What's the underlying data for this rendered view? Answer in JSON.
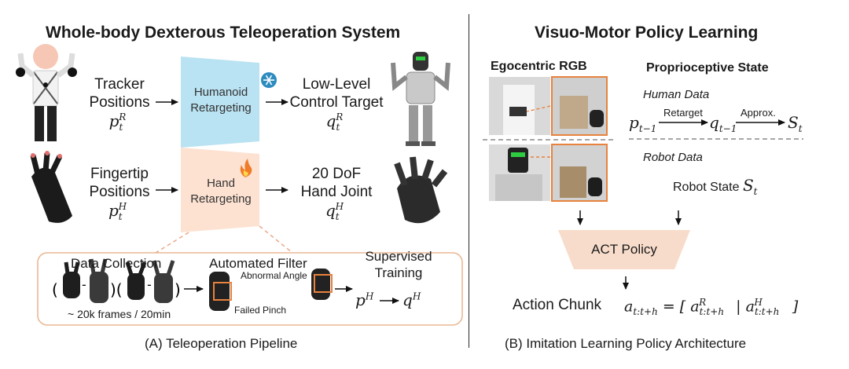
{
  "left": {
    "title": "Whole-body Dexterous Teleoperation System",
    "row1": {
      "input_line1": "Tracker",
      "input_line2": "Positions",
      "input_symbol": "p",
      "input_sub": "t",
      "input_sup": "R",
      "box_line1": "Humanoid",
      "box_line2": "Retargeting",
      "box_color": "#b9e2f2",
      "output_line1": "Low-Level",
      "output_line2": "Control Target",
      "output_symbol": "q",
      "output_sub": "t",
      "output_sup": "R",
      "frozen_icon": "snowflake-icon"
    },
    "row2": {
      "input_line1": "Fingertip",
      "input_line2": "Positions",
      "input_symbol": "p",
      "input_sub": "t",
      "input_sup": "H",
      "box_line1": "Hand",
      "box_line2": "Retargeting",
      "box_color": "#fde2d2",
      "output_line1": "20 DoF",
      "output_line2": "Hand Joint",
      "output_symbol": "q",
      "output_sub": "t",
      "output_sup": "H",
      "trainable_icon": "fire-icon"
    },
    "pipeline": {
      "data_collection": "Data Collection",
      "frames_note": "~ 20k frames / 20min",
      "automated_filter": "Automated Filter",
      "abnormal_angle": "Abnormal Angle",
      "failed_pinch": "Failed Pinch",
      "supervised_line1": "Supervised",
      "supervised_line2": "Training",
      "from_symbol": "p",
      "from_sup": "H",
      "to_symbol": "q",
      "to_sup": "H"
    },
    "caption": "(A) Teleoperation Pipeline"
  },
  "right": {
    "title": "Visuo-Motor Policy Learning",
    "rgb_panel_title": "Egocentric RGB",
    "proprio_panel_title": "Proprioceptive State",
    "human_data": "Human Data",
    "retarget_label": "Retarget",
    "approx_label": "Approx.",
    "p_sub": "t−1",
    "q_sub": "t−1",
    "s_sub": "t",
    "robot_data": "Robot Data",
    "robot_state": "Robot State",
    "policy_label": "ACT Policy",
    "action_chunk": "Action Chunk",
    "action_sub": "t:t+h",
    "caption": "(B) Imitation Learning Policy Architecture"
  },
  "colors": {
    "highlight_orange": "#e8823e",
    "policy_fill": "#f8dccb"
  }
}
